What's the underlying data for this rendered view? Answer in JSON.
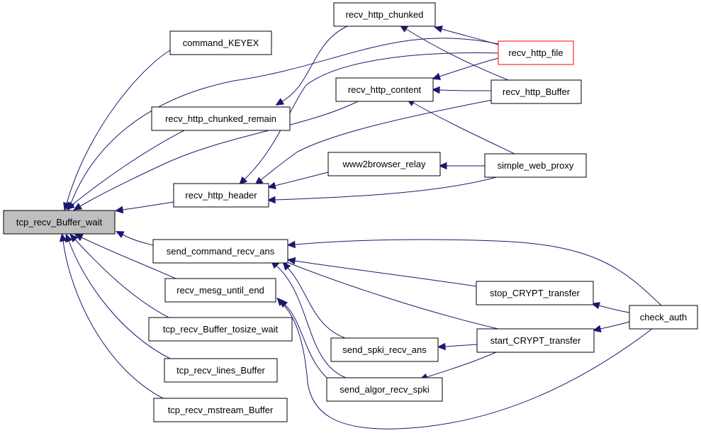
{
  "graph": {
    "edge_color": "#191970",
    "root_fill": "#bfbfbf",
    "highlight_border": "#ff0000",
    "nodes": [
      {
        "id": "tcp_recv_Buffer_wait",
        "label": "tcp_recv_Buffer_wait",
        "style": "root"
      },
      {
        "id": "command_KEYEX",
        "label": "command_KEYEX"
      },
      {
        "id": "recv_http_chunked_remain",
        "label": "recv_http_chunked_remain"
      },
      {
        "id": "recv_http_header",
        "label": "recv_http_header"
      },
      {
        "id": "send_command_recv_ans",
        "label": "send_command_recv_ans"
      },
      {
        "id": "recv_mesg_until_end",
        "label": "recv_mesg_until_end"
      },
      {
        "id": "tcp_recv_Buffer_tosize_wait",
        "label": "tcp_recv_Buffer_tosize_wait"
      },
      {
        "id": "tcp_recv_lines_Buffer",
        "label": "tcp_recv_lines_Buffer"
      },
      {
        "id": "tcp_recv_mstream_Buffer",
        "label": "tcp_recv_mstream_Buffer"
      },
      {
        "id": "recv_http_chunked",
        "label": "recv_http_chunked"
      },
      {
        "id": "recv_http_content",
        "label": "recv_http_content"
      },
      {
        "id": "www2browser_relay",
        "label": "www2browser_relay"
      },
      {
        "id": "send_spki_recv_ans",
        "label": "send_spki_recv_ans"
      },
      {
        "id": "send_algor_recv_spki",
        "label": "send_algor_recv_spki"
      },
      {
        "id": "recv_http_file",
        "label": "recv_http_file",
        "style": "highlight"
      },
      {
        "id": "recv_http_Buffer",
        "label": "recv_http_Buffer"
      },
      {
        "id": "simple_web_proxy",
        "label": "simple_web_proxy"
      },
      {
        "id": "stop_CRYPT_transfer",
        "label": "stop_CRYPT_transfer"
      },
      {
        "id": "start_CRYPT_transfer",
        "label": "start_CRYPT_transfer"
      },
      {
        "id": "check_auth",
        "label": "check_auth"
      }
    ],
    "edges": [
      {
        "from": "command_KEYEX",
        "to": "tcp_recv_Buffer_wait"
      },
      {
        "from": "recv_http_chunked_remain",
        "to": "tcp_recv_Buffer_wait"
      },
      {
        "from": "recv_http_header",
        "to": "tcp_recv_Buffer_wait"
      },
      {
        "from": "send_command_recv_ans",
        "to": "tcp_recv_Buffer_wait"
      },
      {
        "from": "recv_mesg_until_end",
        "to": "tcp_recv_Buffer_wait"
      },
      {
        "from": "tcp_recv_Buffer_tosize_wait",
        "to": "tcp_recv_Buffer_wait"
      },
      {
        "from": "tcp_recv_lines_Buffer",
        "to": "tcp_recv_Buffer_wait"
      },
      {
        "from": "tcp_recv_mstream_Buffer",
        "to": "tcp_recv_Buffer_wait"
      },
      {
        "from": "recv_http_file",
        "to": "tcp_recv_Buffer_wait"
      },
      {
        "from": "recv_http_content",
        "to": "tcp_recv_Buffer_wait"
      },
      {
        "from": "recv_http_chunked",
        "to": "recv_http_chunked_remain"
      },
      {
        "from": "recv_http_file",
        "to": "recv_http_chunked"
      },
      {
        "from": "recv_http_Buffer",
        "to": "recv_http_chunked"
      },
      {
        "from": "recv_http_file",
        "to": "recv_http_content"
      },
      {
        "from": "recv_http_Buffer",
        "to": "recv_http_content"
      },
      {
        "from": "simple_web_proxy",
        "to": "recv_http_content"
      },
      {
        "from": "recv_http_file",
        "to": "recv_http_header"
      },
      {
        "from": "recv_http_Buffer",
        "to": "recv_http_header"
      },
      {
        "from": "www2browser_relay",
        "to": "recv_http_header"
      },
      {
        "from": "simple_web_proxy",
        "to": "recv_http_header"
      },
      {
        "from": "simple_web_proxy",
        "to": "www2browser_relay"
      },
      {
        "from": "check_auth",
        "to": "send_command_recv_ans"
      },
      {
        "from": "stop_CRYPT_transfer",
        "to": "send_command_recv_ans"
      },
      {
        "from": "start_CRYPT_transfer",
        "to": "send_command_recv_ans"
      },
      {
        "from": "send_spki_recv_ans",
        "to": "send_command_recv_ans"
      },
      {
        "from": "send_algor_recv_spki",
        "to": "send_command_recv_ans"
      },
      {
        "from": "send_algor_recv_spki",
        "to": "recv_mesg_until_end"
      },
      {
        "from": "check_auth",
        "to": "recv_mesg_until_end"
      },
      {
        "from": "start_CRYPT_transfer",
        "to": "send_spki_recv_ans"
      },
      {
        "from": "start_CRYPT_transfer",
        "to": "send_algor_recv_spki"
      },
      {
        "from": "check_auth",
        "to": "stop_CRYPT_transfer"
      },
      {
        "from": "check_auth",
        "to": "start_CRYPT_transfer"
      }
    ]
  }
}
